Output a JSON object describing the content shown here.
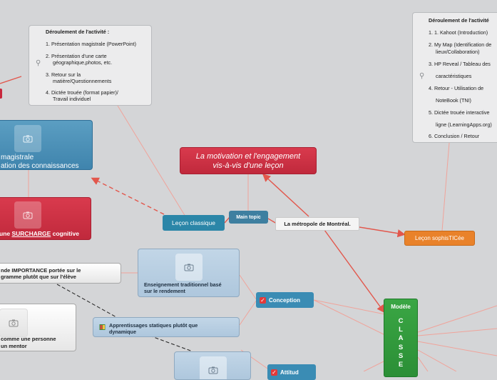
{
  "central": {
    "label": "La métropole de Montréal."
  },
  "main_topic": {
    "label": "Main topic"
  },
  "motivation": {
    "line1": "La motivation et l'engagement",
    "line2": "vis-à-vis d'une leçon"
  },
  "lecon_classique": {
    "label": "Leçon classique"
  },
  "lecon_sophis": {
    "label": "Leçon sophisTICée"
  },
  "activity_left": {
    "title": "Déroulement de l'activité :",
    "items": [
      "1. Présentation magistrale (PowerPoint)",
      "2. Présentation d'une carte",
      "géographique,photos, etc.",
      "3. Retour sur la",
      "matière/Questionnements",
      "4. Dictée trouée (format papier)/",
      "Travail individuel"
    ]
  },
  "activity_right": {
    "title": "Déroulement de l'activité",
    "items": [
      "1. 1. Kahoot (Introduction)",
      "2. My Map (Identification de",
      "lieux/Collaboration)",
      "3. HP Reveal / Tableau des",
      "caractéristiques",
      "4. Retour - Utilisation de",
      "NoteBook (TNI)",
      "5. Dictée trouée interactive",
      "ligne (LearningApps.org)",
      "6. Conclusion / Retour"
    ]
  },
  "magistrale": {
    "line1": "magistrale",
    "line2": "ation des connaissances"
  },
  "surcharge": {
    "prefix": "une ",
    "highlight": "SURCHARGE",
    "suffix": " cognitive"
  },
  "importance": {
    "line1": "nde IMPORTANCE portée sur le",
    "line2": "gramme plutôt que sur l'élève"
  },
  "enseignement": {
    "line1": "Enseignement traditionnel basé",
    "line2": "sur le rendement"
  },
  "conception": {
    "label": "Conception"
  },
  "mentor": {
    "line1": "comme une personne",
    "line2": "un mentor"
  },
  "apprentissages": {
    "line1": "Apprentissages statiques plutôt que",
    "line2": "dynamique"
  },
  "bottom_chip": {
    "label": "Attitud"
  },
  "modele": {
    "title": "Modèle",
    "letters": [
      "C",
      "L",
      "A",
      "S",
      "S",
      "E"
    ]
  },
  "colors": {
    "red_line": "#e2574c",
    "red_node": "#c8283d",
    "blue_node": "#4a90b8",
    "green_node": "#2f9a3b",
    "orange_node": "#e9822a"
  },
  "icons": [
    "camera-icon",
    "pin-icon",
    "check-icon",
    "book-icon"
  ]
}
